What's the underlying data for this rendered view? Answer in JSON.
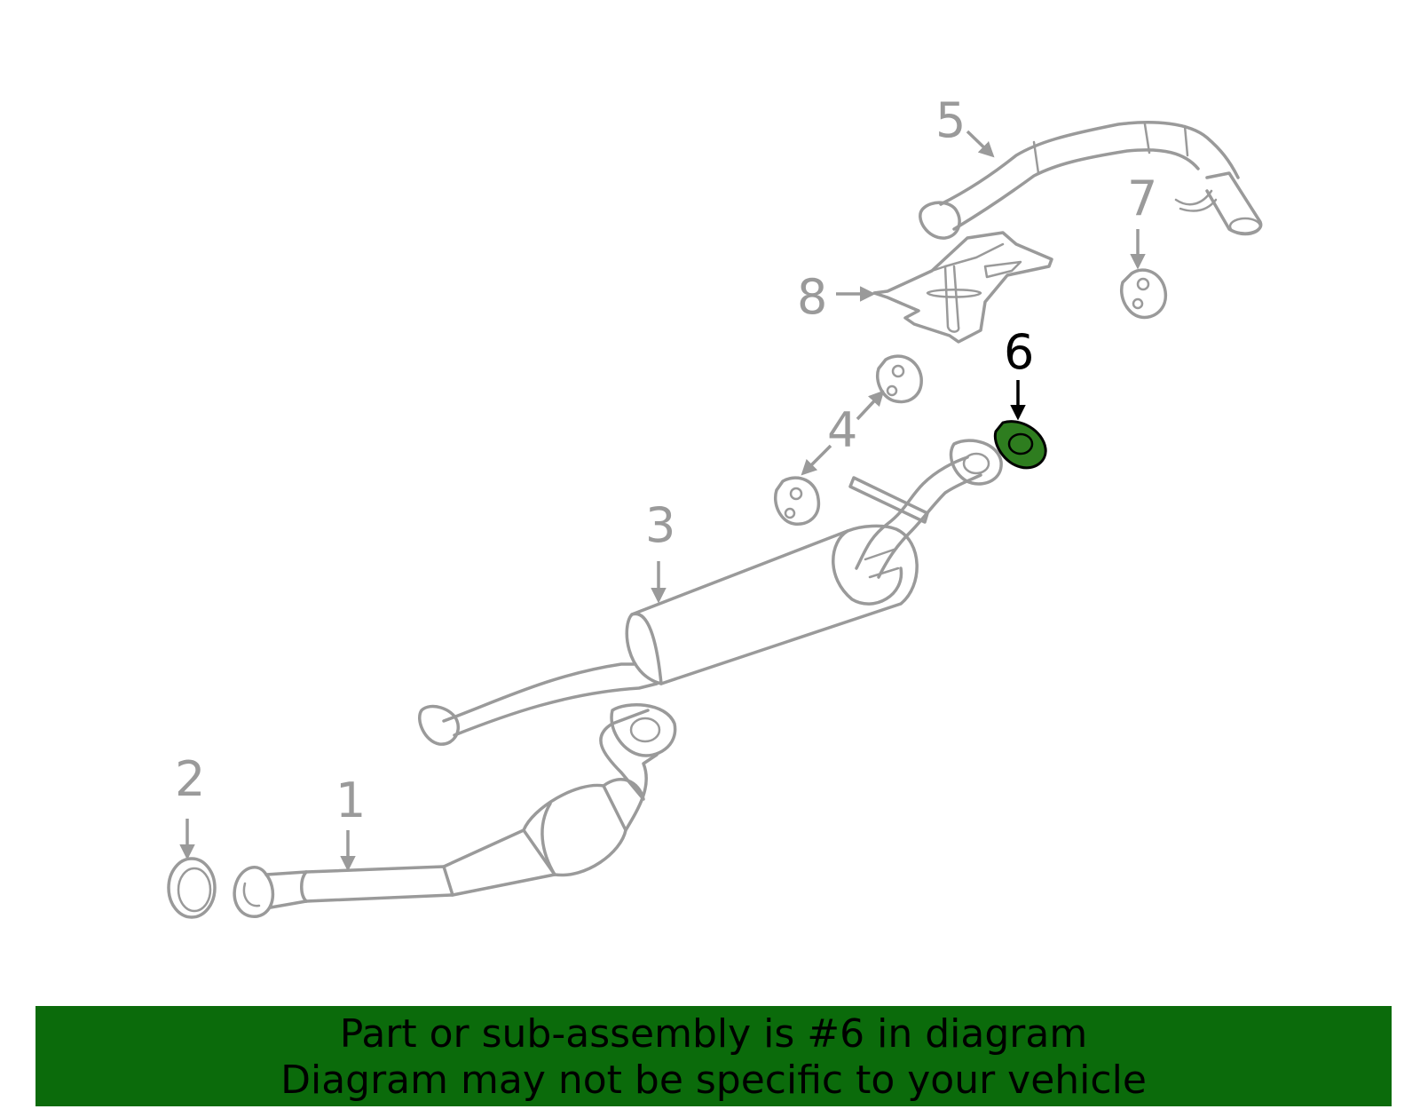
{
  "callouts": {
    "c1": "1",
    "c2": "2",
    "c3": "3",
    "c4": "4",
    "c5": "5",
    "c6": "6",
    "c7": "7",
    "c8": "8"
  },
  "highlight": {
    "part_number": "6",
    "fill_color": "#2e7d1f"
  },
  "banner": {
    "line1": "Part or sub-assembly is #6 in diagram",
    "line2": "Diagram may not be specific to your vehicle",
    "background": "#0b6b0b"
  }
}
